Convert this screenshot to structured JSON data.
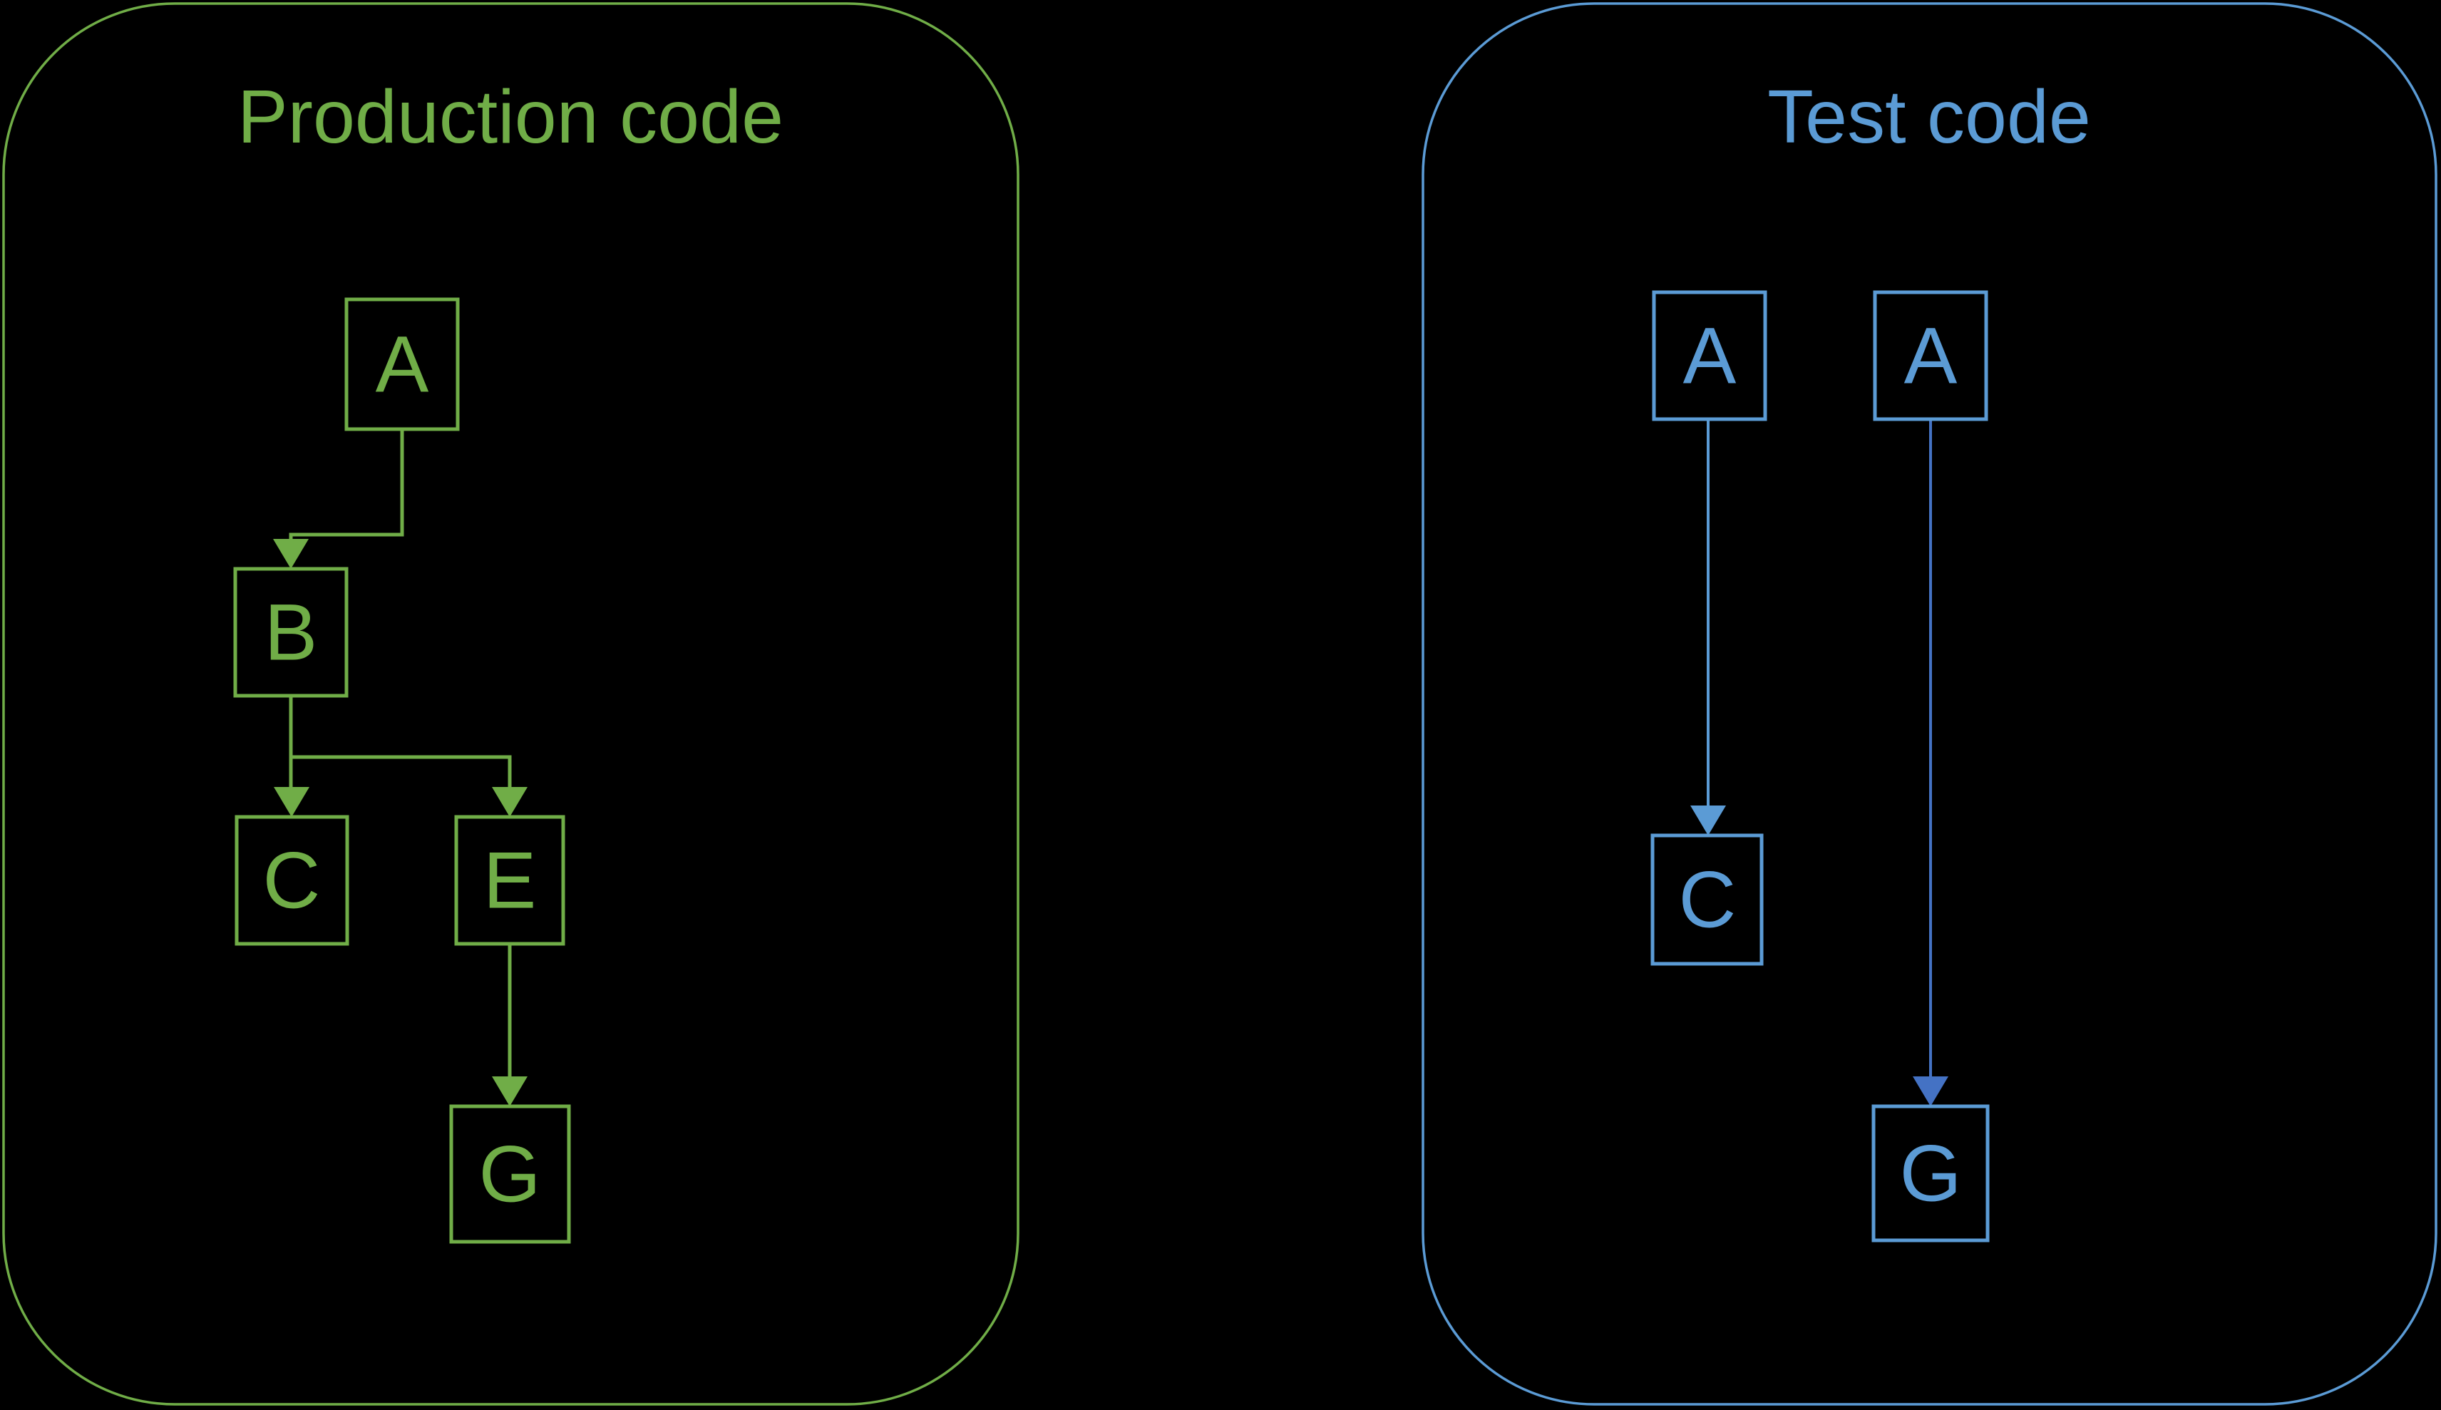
{
  "colors": {
    "background": "#000000",
    "green": "#70ad47",
    "blue": "#5b9bd5",
    "blue_dark": "#4472c4"
  },
  "panels": {
    "production": {
      "title": "Production code",
      "nodes": {
        "a": "A",
        "b": "B",
        "c": "C",
        "e": "E",
        "g": "G"
      },
      "edges": [
        "A->B",
        "B->C",
        "B->E",
        "E->G"
      ]
    },
    "test": {
      "title": "Test code",
      "nodes": {
        "a1": "A",
        "a2": "A",
        "c": "C",
        "g": "G"
      },
      "edges": [
        "A->C",
        "A->G"
      ]
    }
  }
}
